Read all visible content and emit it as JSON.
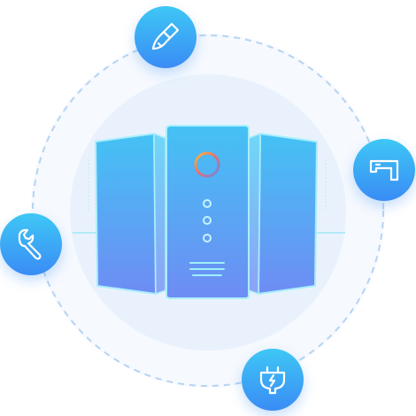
{
  "colors": {
    "badge_top": "#3ec7f5",
    "badge_bottom": "#3a8cf5",
    "dashed_ring": "#b6d4f3",
    "halo": "#e9f2fc",
    "outer_disc": "#f6f9fe",
    "panel_top": "#44c2f4",
    "panel_bottom": "#6e8cf4",
    "panel_edge": "#a9eefc",
    "ring_indicator": [
      "#f5b942",
      "#f06a6a",
      "#5f8af0"
    ]
  },
  "badges": [
    {
      "id": "top",
      "icon": "paint-brush-icon"
    },
    {
      "id": "right",
      "icon": "pipe-faucet-icon"
    },
    {
      "id": "left",
      "icon": "wrench-icon"
    },
    {
      "id": "bottom",
      "icon": "power-plug-icon"
    }
  ],
  "device": {
    "indicator_dots": 3,
    "vent_lines": 3
  }
}
